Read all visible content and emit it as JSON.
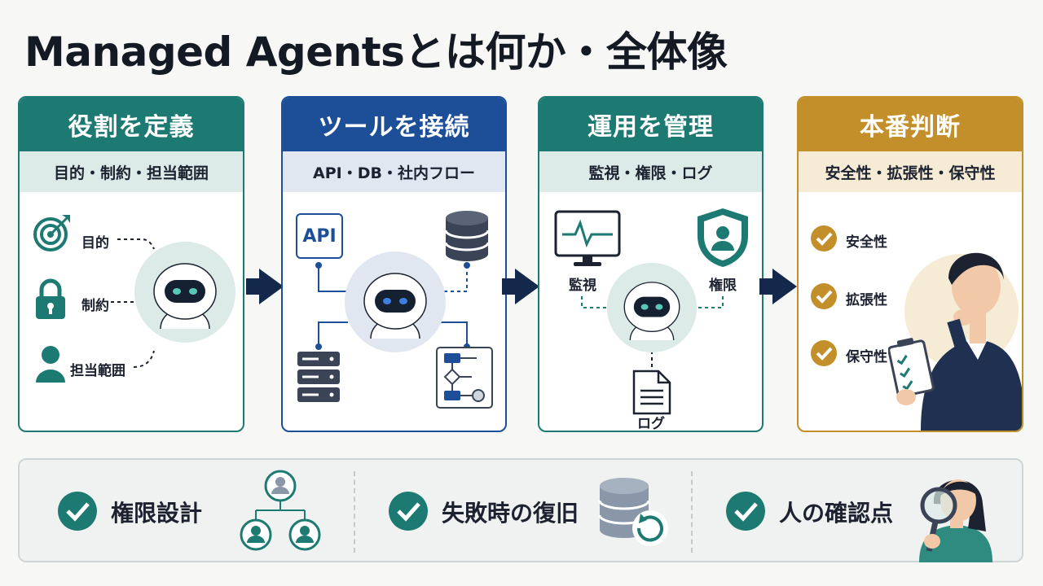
{
  "title": "Managed Agentsとは何か・全体像",
  "colors": {
    "teal": "#1d7a72",
    "blue": "#1d4e98",
    "gold": "#c28f2b",
    "navy": "#13284a"
  },
  "cards": [
    {
      "header": "役割を定義",
      "subtitle": "目的・制約・担当範囲",
      "items": [
        "目的",
        "制約",
        "担当範囲"
      ]
    },
    {
      "header": "ツールを接続",
      "subtitle": "API・DB・社内フロー",
      "api_label": "API"
    },
    {
      "header": "運用を管理",
      "subtitle": "監視・権限・ログ",
      "labels": [
        "監視",
        "権限",
        "ログ"
      ]
    },
    {
      "header": "本番判断",
      "subtitle": "安全性・拡張性・保守性",
      "checks": [
        "安全性",
        "拡張性",
        "保守性"
      ]
    }
  ],
  "bottom": [
    "権限設計",
    "失敗時の復旧",
    "人の確認点"
  ]
}
